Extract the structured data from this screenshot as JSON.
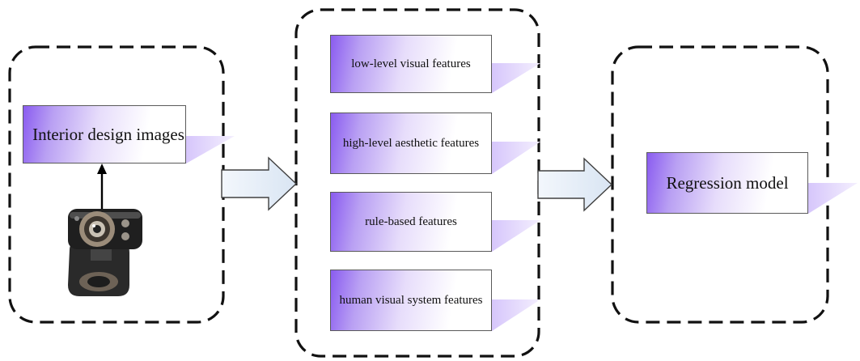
{
  "input": {
    "label": "Interior design images",
    "device": "webcam-icon"
  },
  "features": {
    "items": [
      {
        "label": "low-level visual features"
      },
      {
        "label": "high-level aesthetic features"
      },
      {
        "label": "rule-based features"
      },
      {
        "label": "human visual system features"
      }
    ]
  },
  "output": {
    "label": "Regression model"
  },
  "colors": {
    "box_accent": "#8a5cf0",
    "arrow_fill": "#e6eef8",
    "border": "#222222"
  }
}
